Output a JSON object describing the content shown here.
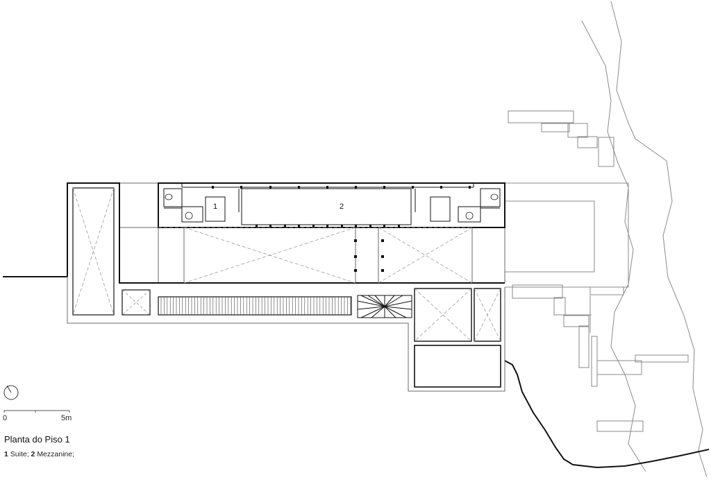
{
  "title": "Planta do Piso 1",
  "legend": [
    {
      "number": "1",
      "label": "Suite;"
    },
    {
      "number": "2",
      "label": "Mezzanine;"
    }
  ],
  "rooms": [
    {
      "number": "1"
    },
    {
      "number": "2"
    }
  ],
  "scale_bar": {
    "start_label": "0",
    "end_label": "5m"
  },
  "colors": {
    "heavy_wall": "#111111",
    "light_line": "#8a8a8a",
    "dashed": "#9a9a9a"
  }
}
